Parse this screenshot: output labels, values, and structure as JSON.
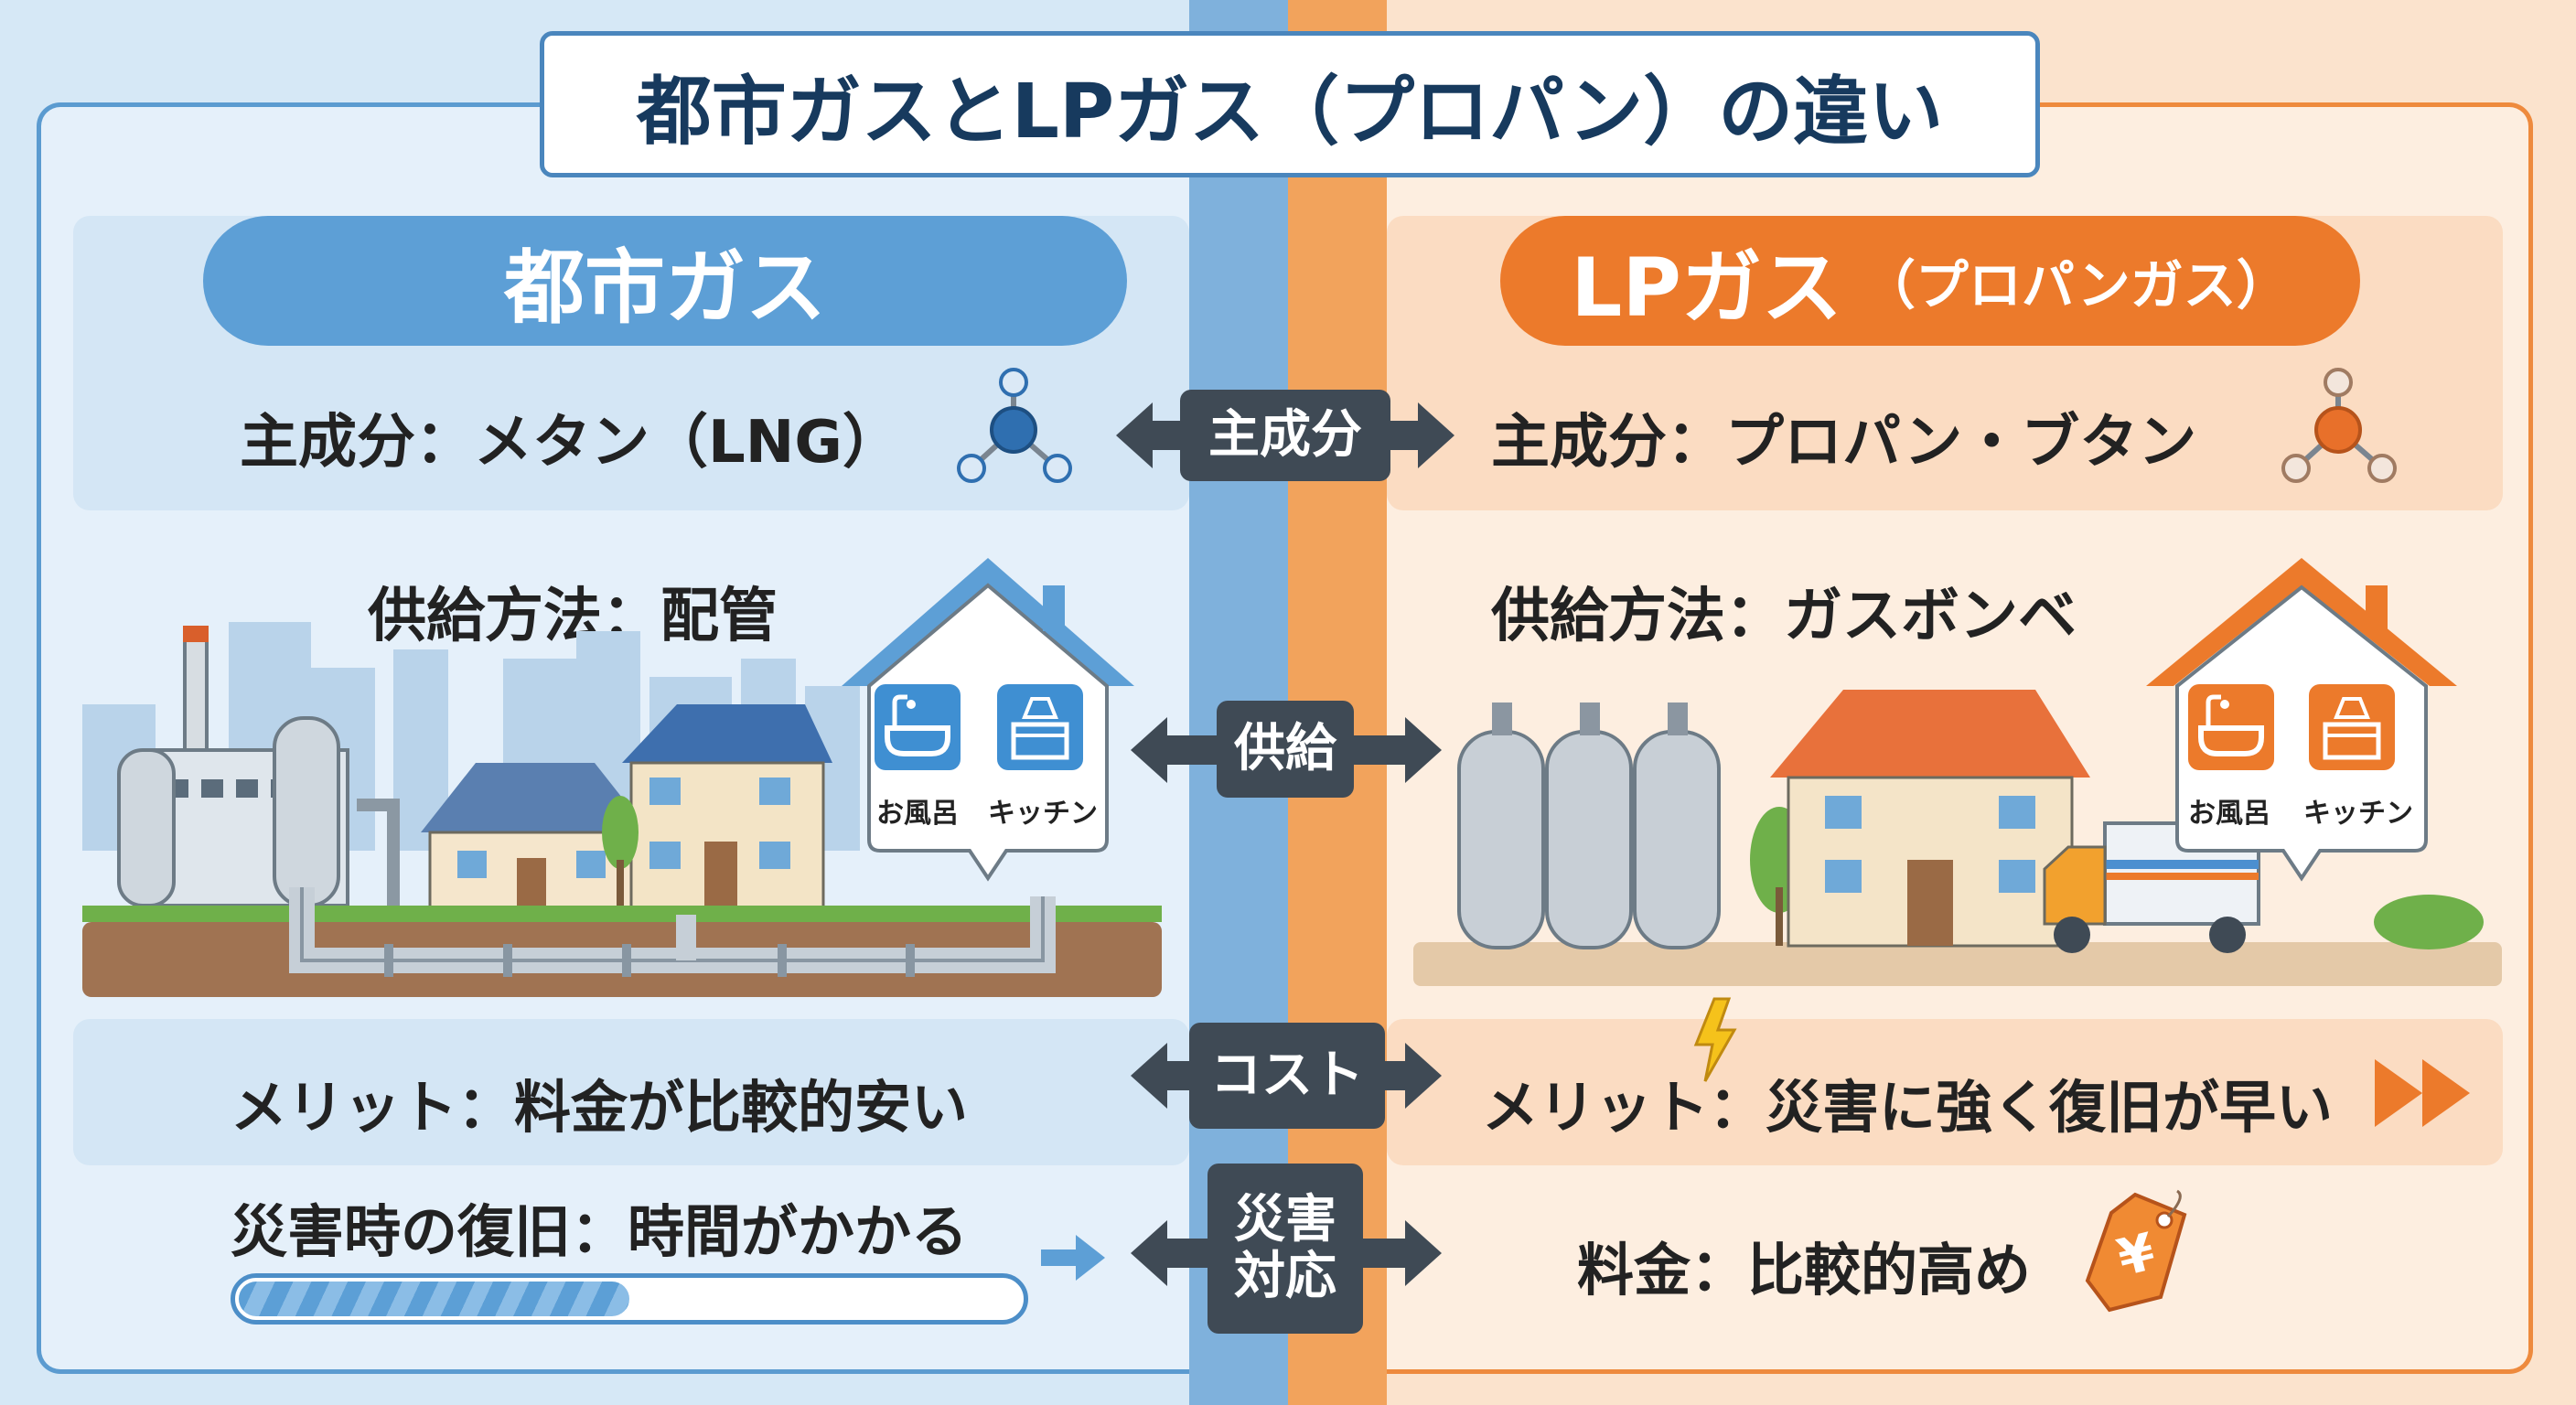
{
  "title": "都市ガスとLPガス（プロパン）の違い",
  "left": {
    "header": "都市ガス",
    "component": "主成分：メタン（LNG）",
    "supply": "供給方法：配管",
    "house_icons": [
      "お風呂",
      "キッチン"
    ],
    "merit": "メリット：料金が比較的安い",
    "disaster": "災害時の復旧：時間がかかる",
    "recovery_progress": 0.5
  },
  "right": {
    "header": "LPガス",
    "header_sub": "（プロパンガス）",
    "component": "主成分：プロパン・ブタン",
    "supply": "供給方法：ガスボンベ",
    "house_icons": [
      "お風呂",
      "キッチン"
    ],
    "merit": "メリット：災害に強く復旧が早い",
    "price": "料金：比較的高め",
    "price_tag_symbol": "¥"
  },
  "center_labels": {
    "component": "主成分",
    "supply": "供給",
    "cost": "コスト",
    "disaster": "災害対応"
  },
  "colors": {
    "city_gas_blue": "#5d9fd6",
    "lp_gas_orange": "#ec7a2b",
    "badge_dark": "#3f4a55"
  }
}
